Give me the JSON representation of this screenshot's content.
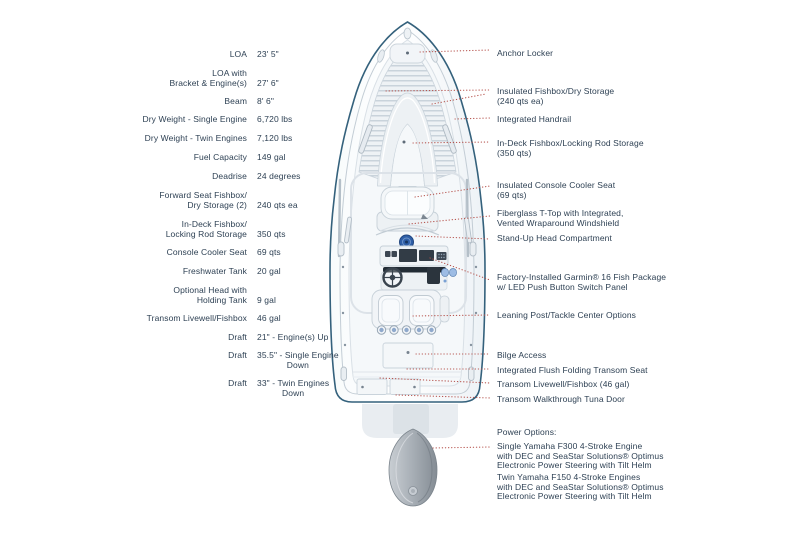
{
  "title": "Boat specifications and features diagram",
  "colors": {
    "text": "#2e4154",
    "leader_line": "#b5524c",
    "hull_outline": "#34617c",
    "deck": "#f5f8fa",
    "head_compartment_blue": "#2f5fa7",
    "engine_gray": "#9aa2aa"
  },
  "specs": [
    {
      "label": "LOA",
      "value": "23' 5\""
    },
    {
      "label": "LOA with\nBracket & Engine(s)",
      "value": "27' 6\""
    },
    {
      "label": "Beam",
      "value": "8' 6\""
    },
    {
      "label": "Dry Weight - Single Engine",
      "value": "6,720 lbs"
    },
    {
      "label": "Dry Weight - Twin Engines",
      "value": "7,120 lbs"
    },
    {
      "label": "Fuel Capacity",
      "value": "149 gal"
    },
    {
      "label": "Deadrise",
      "value": "24 degrees"
    },
    {
      "label": "Forward Seat Fishbox/\nDry Storage (2)",
      "value": "240 qts ea"
    },
    {
      "label": "In-Deck Fishbox/\nLocking Rod Storage",
      "value": "350 qts"
    },
    {
      "label": "Console Cooler Seat",
      "value": "69 qts"
    },
    {
      "label": "Freshwater Tank",
      "value": "20 gal"
    },
    {
      "label": "Optional Head with\nHolding Tank",
      "value": "9 gal"
    },
    {
      "label": "Transom Livewell/Fishbox",
      "value": "46 gal"
    },
    {
      "label": "Draft",
      "value": "21\" - Engine(s) Up"
    },
    {
      "label": "Draft",
      "value": "35.5\" - Single Engine\nDown"
    },
    {
      "label": "Draft",
      "value": "33\" - Twin Engines\nDown"
    }
  ],
  "callouts": [
    {
      "text": "Anchor Locker"
    },
    {
      "text": "Insulated Fishbox/Dry Storage\n(240 qts ea)"
    },
    {
      "text": "Integrated Handrail"
    },
    {
      "text": "In-Deck Fishbox/Locking Rod Storage\n(350 qts)"
    },
    {
      "text": "Insulated Console Cooler Seat\n(69 qts)"
    },
    {
      "text": "Fiberglass T-Top with Integrated,\nVented Wraparound Windshield"
    },
    {
      "text": "Stand-Up Head Compartment"
    },
    {
      "text": "Factory-Installed Garmin® 16 Fish Package\nw/ LED Push Button Switch Panel"
    },
    {
      "text": "Leaning Post/Tackle Center Options"
    },
    {
      "text": "Bilge Access"
    },
    {
      "text": "Integrated Flush Folding Transom Seat"
    },
    {
      "text": "Transom Livewell/Fishbox (46 gal)"
    },
    {
      "text": "Transom Walkthrough Tuna Door"
    }
  ],
  "power": {
    "title": "Power Options:",
    "single": "Single Yamaha F300 4-Stroke Engine\nwith DEC and SeaStar Solutions® Optimus\nElectronic Power Steering with Tilt Helm",
    "twin": "Twin Yamaha F150 4-Stroke Engines\nwith DEC and SeaStar Solutions® Optimus\nElectronic Power Steering with Tilt Helm"
  }
}
